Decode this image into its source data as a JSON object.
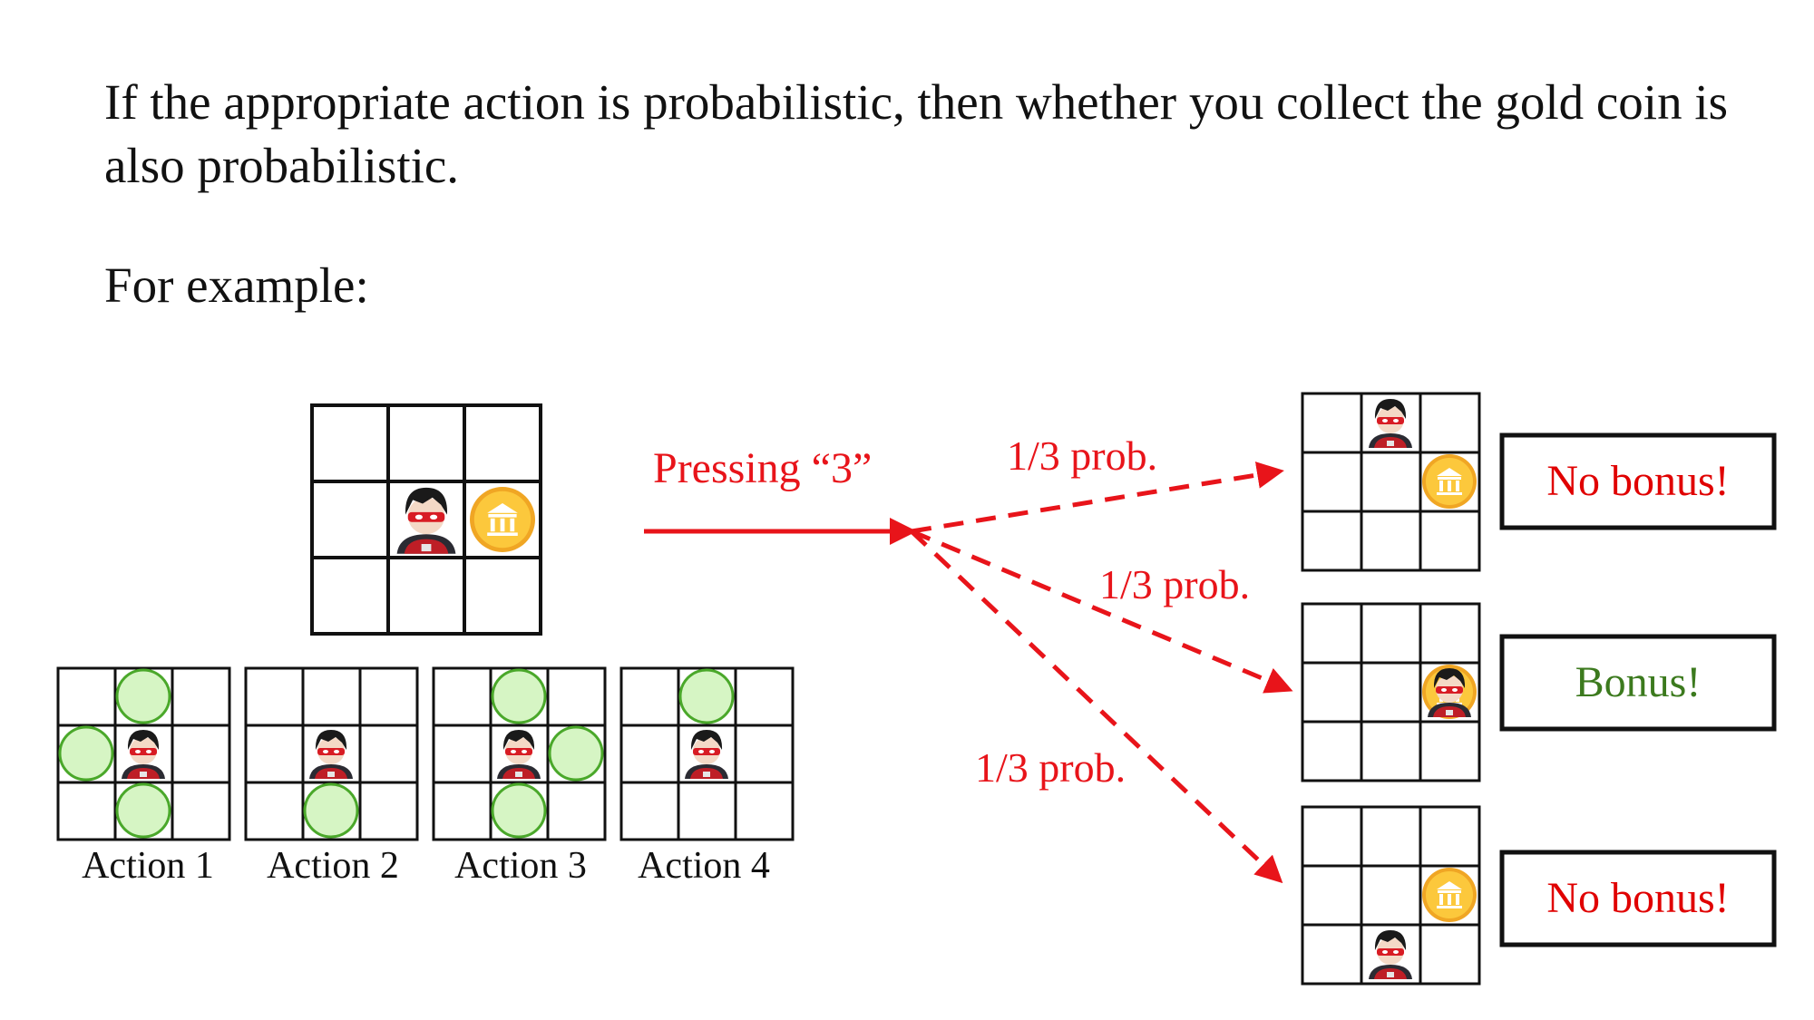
{
  "intro_text": "If the appropriate action is probabilistic, then whether you collect the gold coin is also probabilistic.",
  "example_text": "For example:",
  "main_arrow_label": "Pressing “3”",
  "branches": [
    {
      "prob_label": "1/3 prob.",
      "outcome": "No bonus!",
      "outcome_color": "#e00000"
    },
    {
      "prob_label": "1/3 prob.",
      "outcome": "Bonus!",
      "outcome_color": "#3c7a1e"
    },
    {
      "prob_label": "1/3 prob.",
      "outcome": "No bonus!",
      "outcome_color": "#e00000"
    }
  ],
  "actions": [
    {
      "label": "Action 1"
    },
    {
      "label": "Action 2"
    },
    {
      "label": "Action 3"
    },
    {
      "label": "Action 4"
    }
  ],
  "colors": {
    "arrow": "#e8141a",
    "target_fill": "#d6f5c4",
    "target_stroke": "#4aa82a",
    "coin_fill": "#f5b52e",
    "coin_inner": "#fcd24a",
    "grid_stroke": "#111111"
  },
  "icons": [
    "hero-icon",
    "gold-coin-icon",
    "target-circle-icon"
  ]
}
